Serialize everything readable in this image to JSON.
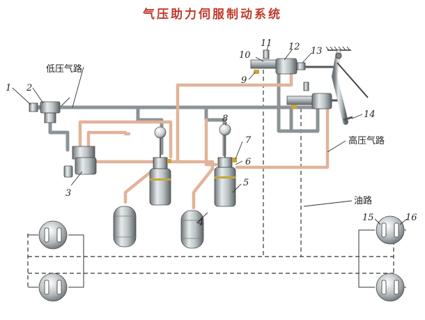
{
  "title": "气压助力伺服制动系统",
  "labels": {
    "low_pressure_line": "低压气路",
    "high_pressure_line": "高压气路",
    "oil_line": "油路"
  },
  "part_numbers": {
    "n1": "1",
    "n2": "2",
    "n3": "3",
    "n4": "4",
    "n5": "5",
    "n6": "6",
    "n7": "7",
    "n8": "8",
    "n9": "9",
    "n10": "10",
    "n11": "11",
    "n12": "12",
    "n13": "13",
    "n14": "14",
    "n15": "15",
    "n16": "16"
  },
  "colors": {
    "title": "#c0392b",
    "low_pressure_pipe": "#8c9396",
    "high_pressure_pipe": "#e1b39a",
    "oil_line": "#333333",
    "metal": "#9aa2a5",
    "brass": "#c8a43a"
  }
}
